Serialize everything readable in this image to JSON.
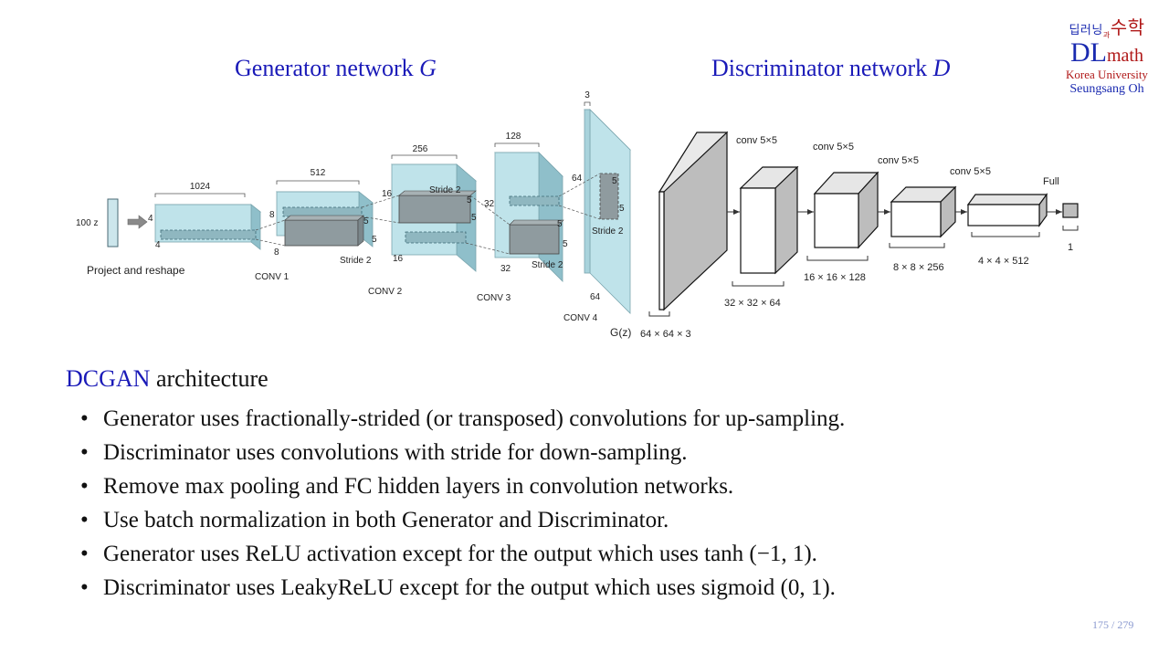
{
  "titles": {
    "generator_prefix": "Generator network",
    "generator_var": "G",
    "discriminator_prefix": "Discriminator network",
    "discriminator_var": "D"
  },
  "logo": {
    "hangul_left": "딥러닝",
    "hangul_small": "과",
    "hangul_right": "수학",
    "dl": "DL",
    "math": "math",
    "university": "Korea University",
    "author": "Seungsang Oh"
  },
  "generator": {
    "input_label": "100 z",
    "project_label": "Project and reshape",
    "dims": [
      "1024",
      "512",
      "256",
      "128",
      "3"
    ],
    "sizes": [
      "4",
      "4",
      "8",
      "8",
      "16",
      "16",
      "32",
      "32",
      "64",
      "64"
    ],
    "kernel": "5",
    "stride_label": "Stride 2",
    "conv_labels": [
      "CONV 1",
      "CONV 2",
      "CONV 3",
      "CONV 4"
    ],
    "output_label": "G(z)"
  },
  "discriminator": {
    "conv_labels": [
      "conv 5×5",
      "conv 5×5",
      "conv 5×5",
      "conv 5×5"
    ],
    "full_label": "Full",
    "shapes": [
      "64 × 64 × 3",
      "32 × 32 × 64",
      "16 × 16 × 128",
      "8 × 8 × 256",
      "4 × 4 × 512",
      "1"
    ]
  },
  "caption": {
    "highlight": "DCGAN",
    "rest": " architecture"
  },
  "bullets": [
    "Generator uses fractionally-strided (or transposed) convolutions for up-sampling.",
    "Discriminator uses convolutions with stride for down-sampling.",
    "Remove max pooling and FC hidden layers in convolution networks.",
    "Use batch normalization in both Generator and Discriminator.",
    "Generator uses ReLU activation except for the output which uses tanh (−1, 1).",
    "Discriminator uses LeakyReLU except for the output which uses sigmoid (0, 1)."
  ],
  "page": {
    "current": "175",
    "total": "279",
    "separator": "/"
  },
  "colors": {
    "title_blue": "#1a1ab8",
    "logo_red": "#b01818",
    "gen_box_fill": "#bfe3ea",
    "page_num": "#8c9bd0"
  }
}
